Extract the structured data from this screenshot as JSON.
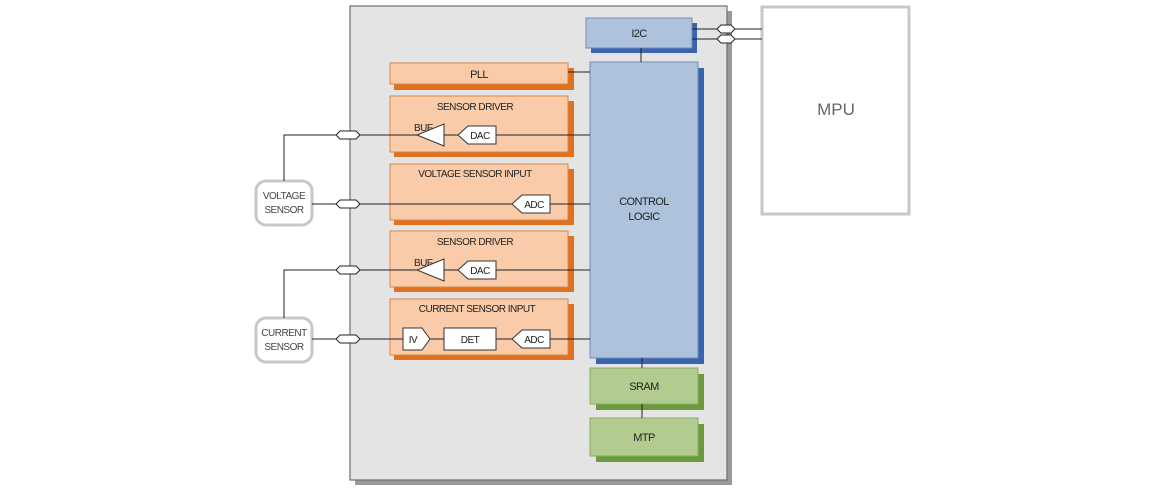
{
  "colors": {
    "chip_bg": "#e4e4e4",
    "orange_fill": "#f9cba8",
    "orange_shadow": "#e0711f",
    "blue_fill": "#aec2dc",
    "blue_shadow": "#3a64b0",
    "green_fill": "#b2cc8f",
    "green_shadow": "#6b9a3c",
    "gray_border": "#c8c8c8"
  },
  "blocks": {
    "i2c": "I2C",
    "pll": "PLL",
    "driver1": {
      "title": "SENSOR DRIVER",
      "buf": "BUF",
      "dac": "DAC"
    },
    "voltage_input": {
      "title": "VOLTAGE SENSOR INPUT",
      "adc": "ADC"
    },
    "driver2": {
      "title": "SENSOR DRIVER",
      "buf": "BUF",
      "dac": "DAC"
    },
    "current_input": {
      "title": "CURRENT SENSOR INPUT",
      "iv": "IV",
      "det": "DET",
      "adc": "ADC"
    },
    "control": {
      "line1": "CONTROL",
      "line2": "LOGIC"
    },
    "sram": "SRAM",
    "mtp": "MTP"
  },
  "external": {
    "mpu": "MPU",
    "voltage_sensor": {
      "line1": "VOLTAGE",
      "line2": "SENSOR"
    },
    "current_sensor": {
      "line1": "CURRENT",
      "line2": "SENSOR"
    }
  }
}
